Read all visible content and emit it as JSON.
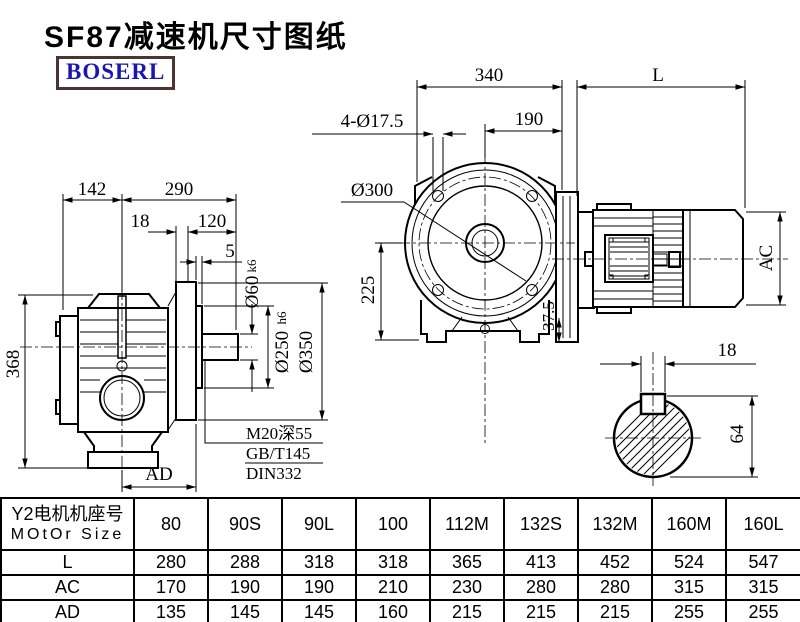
{
  "labels": {
    "title": "SF87减速机尺寸图纸",
    "logo": "BOSERL",
    "lv_142": "142",
    "lv_290": "290",
    "lv_18": "18",
    "lv_120": "120",
    "lv_5": "5",
    "lv_shaft_d": "Ø60",
    "lv_shaft_t": "k6",
    "lv_spigot_d": "Ø250",
    "lv_spigot_t": "h6",
    "lv_flange": "Ø350",
    "lv_368": "368",
    "lv_ad": "AD",
    "lv_tap": "M20深55",
    "lv_std1": "GB/T145",
    "lv_std2": "DIN332",
    "fv_340": "340",
    "fv_L": "L",
    "fv_holes": "4-Ø17.5",
    "fv_190": "190",
    "fv_bc": "Ø300",
    "fv_225": "225",
    "fv_375": "37.5",
    "fv_ac": "AC",
    "sec_18": "18",
    "sec_64": "64"
  },
  "table": {
    "header_cn": "Y2电机机座号",
    "header_en": "MOtOr Size",
    "columns": [
      "80",
      "90S",
      "90L",
      "100",
      "112M",
      "132S",
      "132M",
      "160M",
      "160L"
    ],
    "rows": [
      {
        "label": "L",
        "values": [
          "280",
          "288",
          "318",
          "318",
          "365",
          "413",
          "452",
          "524",
          "547"
        ]
      },
      {
        "label": "AC",
        "values": [
          "170",
          "190",
          "190",
          "210",
          "230",
          "280",
          "280",
          "315",
          "315"
        ]
      },
      {
        "label": "AD",
        "values": [
          "135",
          "145",
          "145",
          "160",
          "215",
          "215",
          "215",
          "255",
          "255"
        ]
      }
    ]
  },
  "colors": {
    "line": "#000000",
    "logo_text": "#1a16b0",
    "logo_border": "#4a3434",
    "background": "#ffffff"
  }
}
